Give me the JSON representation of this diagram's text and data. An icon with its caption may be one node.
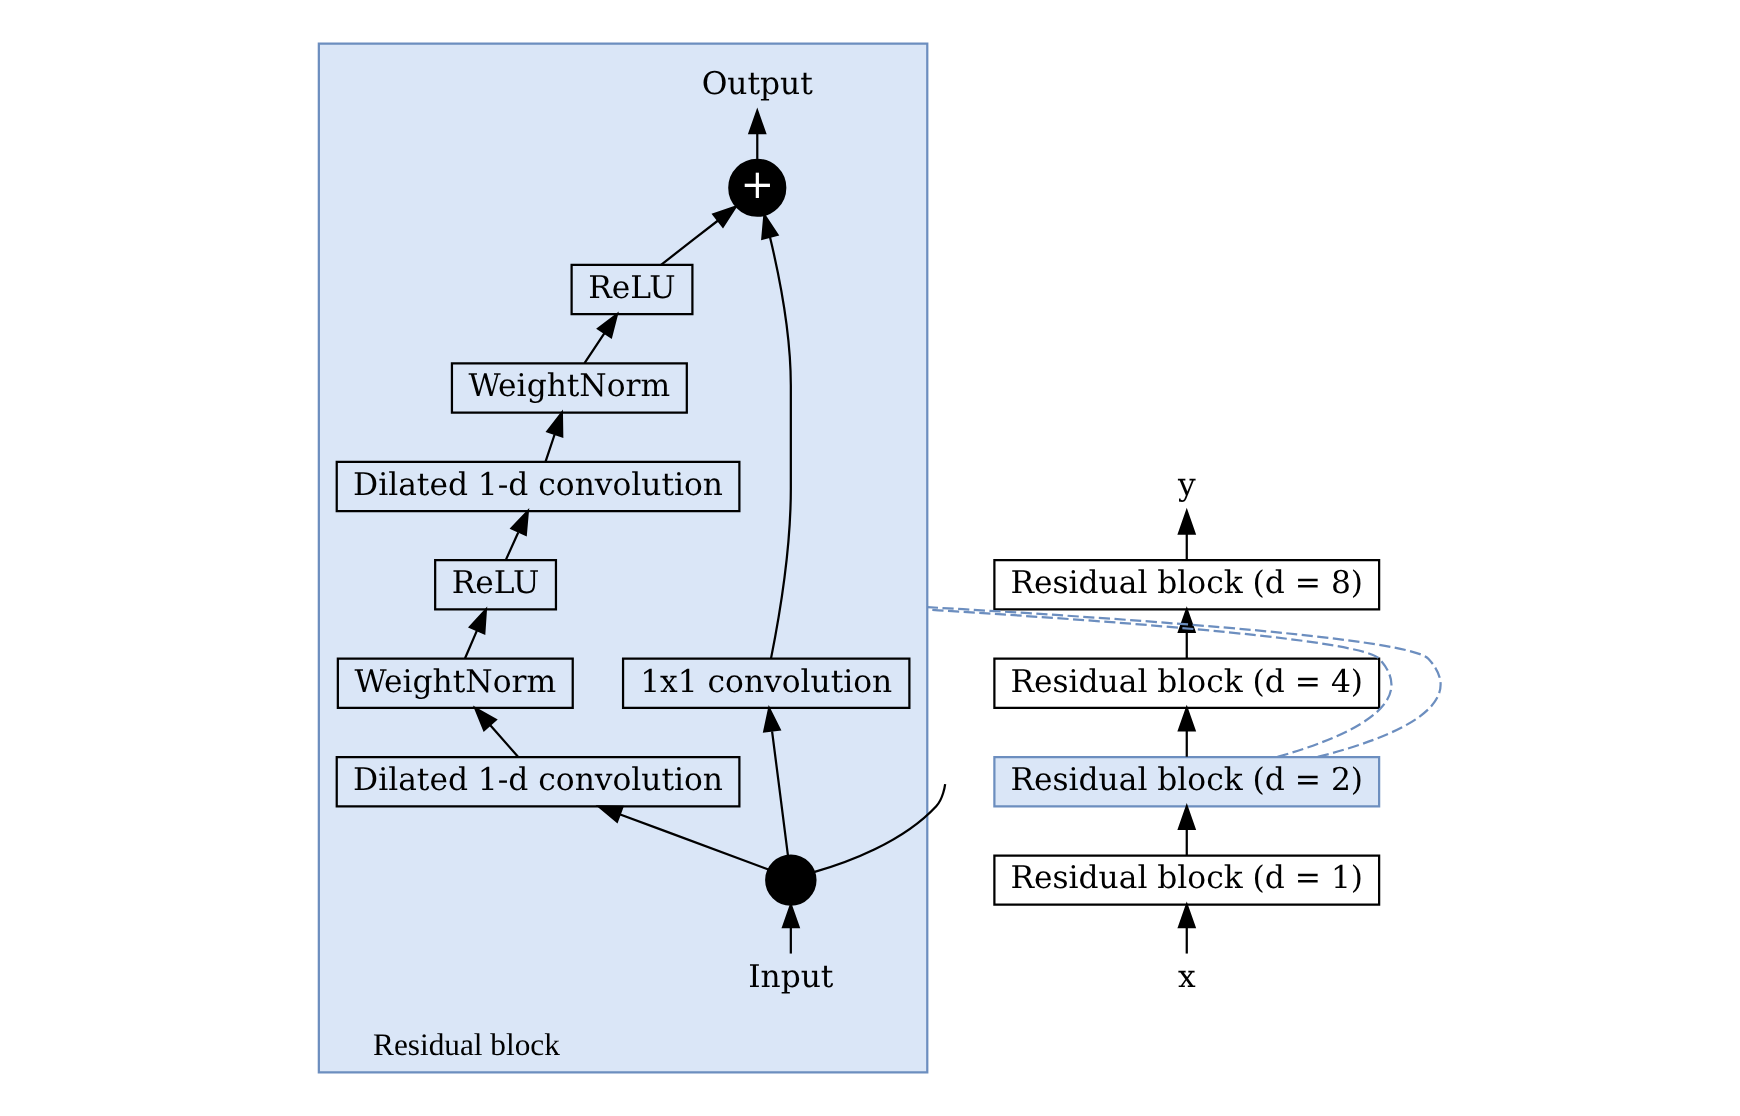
{
  "diagram": {
    "nodes": [
      {
        "text": [
          "y"
        ]
      },
      {
        "text": [
          "Residual block (d = 8)"
        ]
      },
      {
        "text": [
          "Residual block (d = 4)"
        ]
      },
      {
        "text": [
          "Residual block (d = 2)"
        ]
      },
      {
        "text": [
          "Residual block (d = 1)"
        ]
      },
      {
        "text": [
          "x"
        ]
      },
      {
        "text": [
          "Residual block"
        ]
      },
      {
        "text": [
          "Output"
        ],
        "in": 6
      },
      {
        "text": [
          "+"
        ],
        "in": 6
      },
      {
        "text": [
          "ReLU"
        ],
        "in": 6
      },
      {
        "text": [
          "WeightNorm"
        ],
        "in": 6
      },
      {
        "text": [
          "Dilated 1-d convolution"
        ],
        "in": 6
      },
      {
        "text": [
          "ReLU"
        ],
        "in": 6
      },
      {
        "text": [
          "WeightNorm"
        ],
        "in": 6
      },
      {
        "text": [
          "Dilated 1-d convolution"
        ],
        "in": 6
      },
      {
        "text": [
          "1x1 convolution"
        ],
        "in": 6
      },
      {
        "text": [],
        "shape": "circle",
        "in": 6
      },
      {
        "text": [
          "Input"
        ],
        "in": 6
      }
    ],
    "edges": [
      {
        "from": 5,
        "to": 4,
        "arrow": "to"
      },
      {
        "from": 4,
        "to": 3,
        "arrow": "to"
      },
      {
        "from": 3,
        "to": 2,
        "arrow": "to"
      },
      {
        "from": 2,
        "to": 1,
        "arrow": "to"
      },
      {
        "from": 1,
        "to": 0,
        "arrow": "to"
      },
      {
        "from": 3,
        "to": 6,
        "arrow": "none",
        "style": "dashed",
        "color": "#6c8ebf"
      },
      {
        "from": 3,
        "to": 6,
        "arrow": "none",
        "style": "dashed",
        "color": "#6c8ebf"
      },
      {
        "from": 17,
        "to": 16,
        "arrow": "to"
      },
      {
        "from": 16,
        "to": 14,
        "arrow": "to"
      },
      {
        "from": 16,
        "to": 15,
        "arrow": "to"
      },
      {
        "from": 16,
        "to": null,
        "arrow": "none"
      },
      {
        "from": 14,
        "to": 13,
        "arrow": "to"
      },
      {
        "from": 13,
        "to": 12,
        "arrow": "to"
      },
      {
        "from": 12,
        "to": 11,
        "arrow": "to"
      },
      {
        "from": 11,
        "to": 10,
        "arrow": "to"
      },
      {
        "from": 10,
        "to": 9,
        "arrow": "to"
      },
      {
        "from": 9,
        "to": 8,
        "arrow": "to"
      },
      {
        "from": 15,
        "to": 8,
        "arrow": "to"
      },
      {
        "from": 8,
        "to": 7,
        "arrow": "to"
      }
    ]
  }
}
